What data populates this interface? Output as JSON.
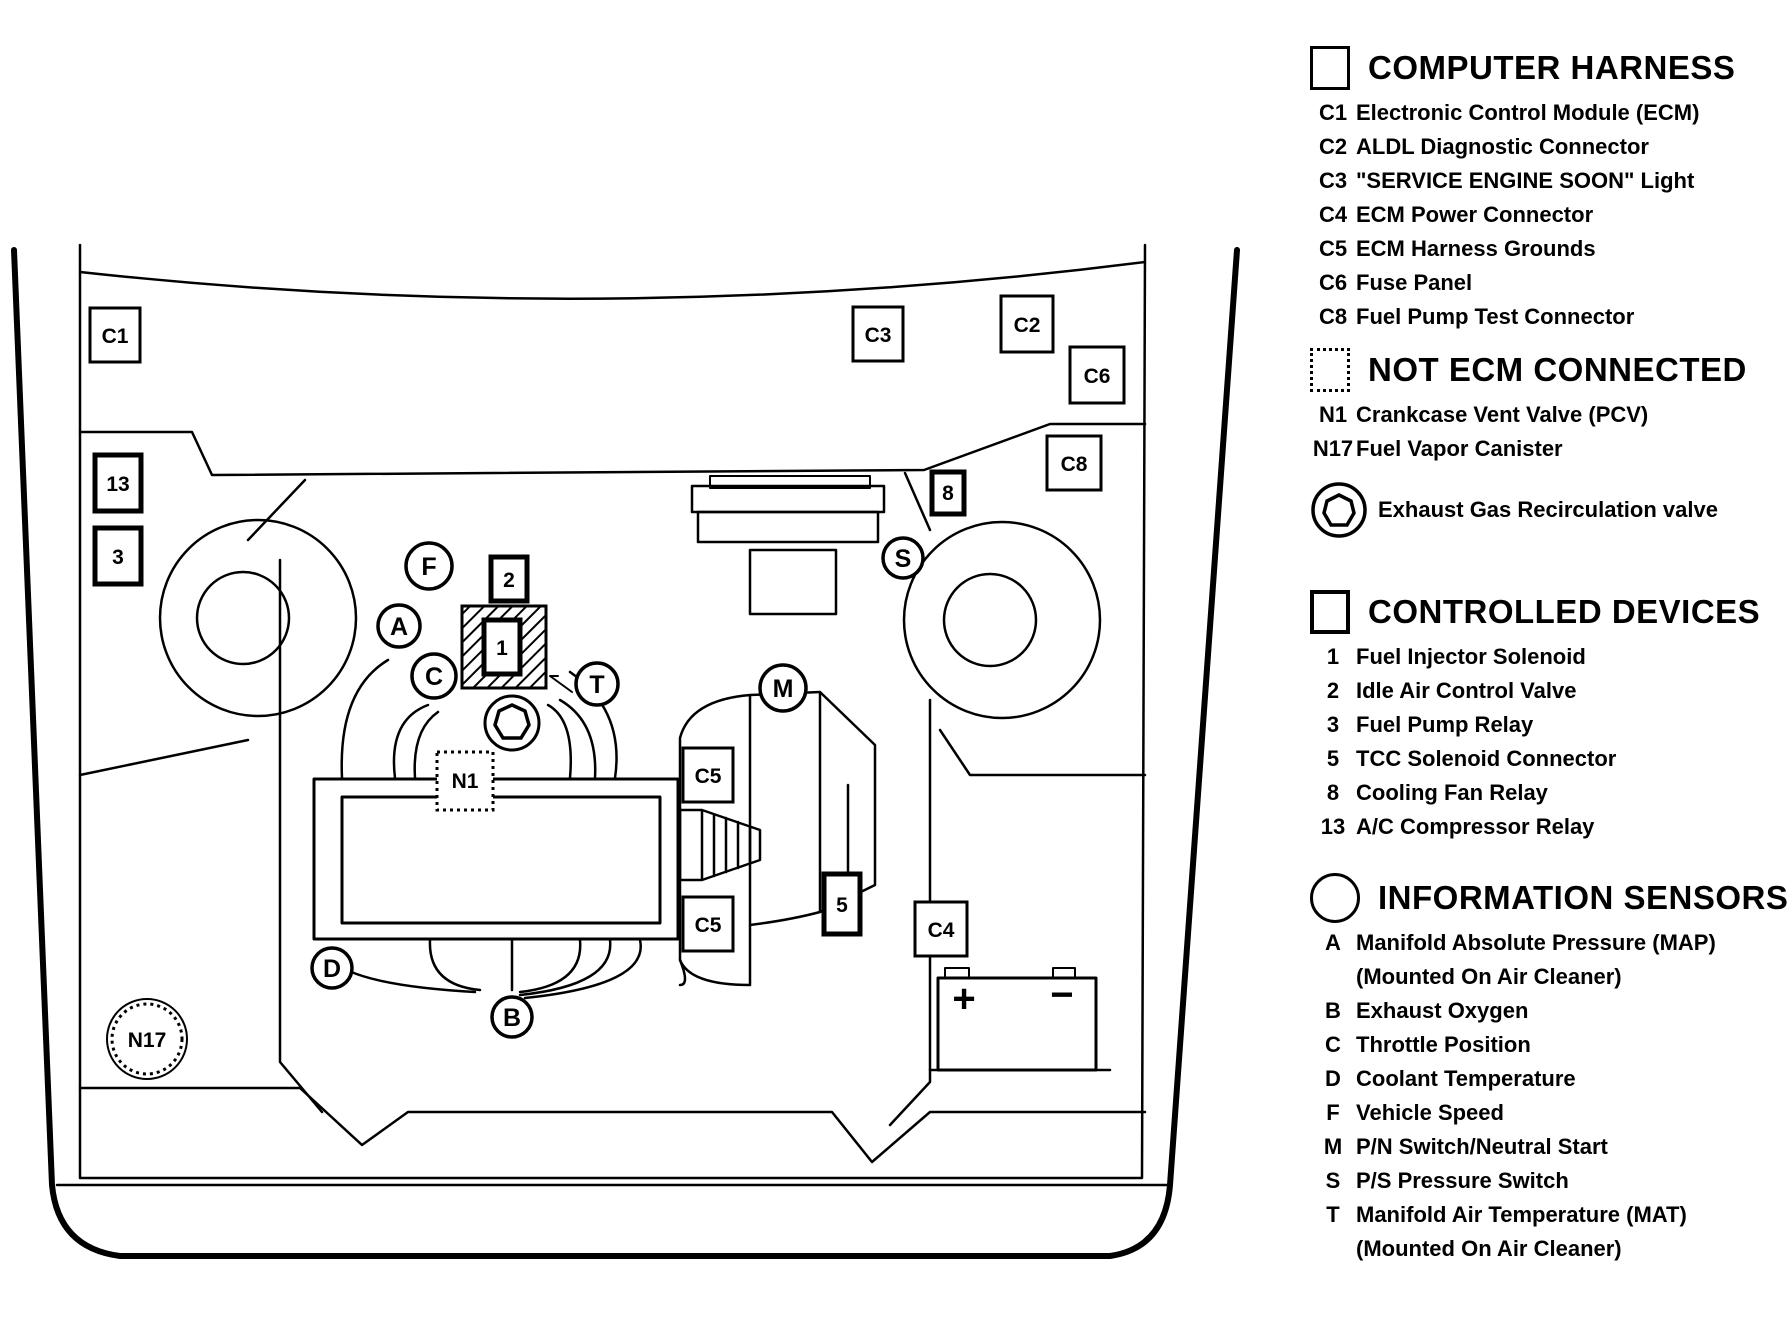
{
  "diagram": {
    "harness_boxes": [
      "C1",
      "C3",
      "C2",
      "C6",
      "C8",
      "C5",
      "C5",
      "C4"
    ],
    "device_boxes": [
      "13",
      "3",
      "2",
      "1",
      "8",
      "5"
    ],
    "not_ecm_boxes": [
      "N1",
      "N17"
    ],
    "sensor_circles": [
      "F",
      "A",
      "C",
      "T",
      "M",
      "S",
      "D",
      "B"
    ],
    "battery_terminals": [
      "+",
      "−"
    ]
  },
  "legend": {
    "computer_harness": {
      "title": "COMPUTER HARNESS",
      "items": [
        {
          "code": "C1",
          "text": "Electronic Control Module (ECM)"
        },
        {
          "code": "C2",
          "text": "ALDL Diagnostic Connector"
        },
        {
          "code": "C3",
          "text": "\"SERVICE ENGINE SOON\" Light"
        },
        {
          "code": "C4",
          "text": "ECM Power Connector"
        },
        {
          "code": "C5",
          "text": "ECM Harness Grounds"
        },
        {
          "code": "C6",
          "text": "Fuse Panel"
        },
        {
          "code": "C8",
          "text": "Fuel Pump Test Connector"
        }
      ]
    },
    "not_ecm_connected": {
      "title": "NOT ECM CONNECTED",
      "items": [
        {
          "code": "N1",
          "text": "Crankcase Vent Valve (PCV)"
        },
        {
          "code": "N17",
          "text": "Fuel Vapor Canister"
        }
      ]
    },
    "egr": {
      "text": "Exhaust Gas Recirculation valve",
      "icon": "egr-valve-icon"
    },
    "controlled_devices": {
      "title": "CONTROLLED DEVICES",
      "items": [
        {
          "code": "1",
          "text": "Fuel Injector Solenoid"
        },
        {
          "code": "2",
          "text": "Idle Air Control Valve"
        },
        {
          "code": "3",
          "text": "Fuel Pump Relay"
        },
        {
          "code": "5",
          "text": "TCC Solenoid Connector"
        },
        {
          "code": "8",
          "text": "Cooling Fan Relay"
        },
        {
          "code": "13",
          "text": "A/C Compressor Relay"
        }
      ]
    },
    "information_sensors": {
      "title": "INFORMATION SENSORS",
      "items": [
        {
          "code": "A",
          "text": "Manifold Absolute Pressure (MAP)",
          "sub": "(Mounted On Air Cleaner)"
        },
        {
          "code": "B",
          "text": "Exhaust Oxygen"
        },
        {
          "code": "C",
          "text": "Throttle Position"
        },
        {
          "code": "D",
          "text": "Coolant Temperature"
        },
        {
          "code": "F",
          "text": "Vehicle Speed"
        },
        {
          "code": "M",
          "text": "P/N Switch/Neutral Start"
        },
        {
          "code": "S",
          "text": "P/S Pressure Switch"
        },
        {
          "code": "T",
          "text": "Manifold Air Temperature (MAT)",
          "sub": "(Mounted On Air Cleaner)"
        }
      ]
    }
  }
}
